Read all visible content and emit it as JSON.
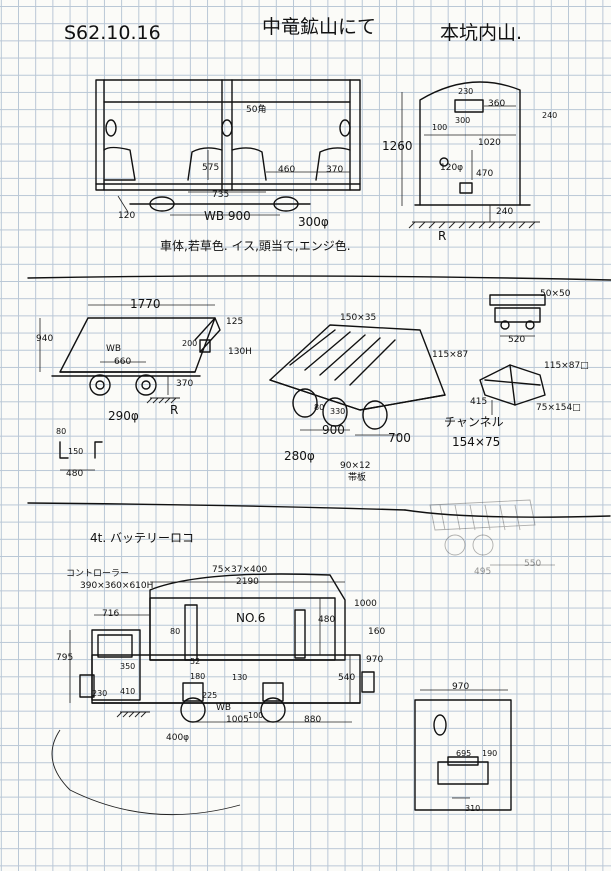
{
  "header": {
    "date": "S62.10.16",
    "place": "中竜鉱山にて",
    "note": "本坑内山."
  },
  "section1": {
    "dims": {
      "d50": "50角",
      "d575": "575",
      "d735": "735",
      "d460": "460",
      "d370": "370",
      "d120": "120",
      "wb": "WB 900",
      "d300phi": "300φ",
      "d230": "230",
      "d360": "360",
      "d300": "300",
      "d240a": "240",
      "d100": "100",
      "d1260": "1260",
      "d1020": "1020",
      "d120phi": "120φ",
      "d470": "470",
      "d240b": "240",
      "r": "R"
    },
    "colors_note": "車体,若草色. イス,頭当て,エンジ色."
  },
  "section2": {
    "dims": {
      "d1770": "1770",
      "d940": "940",
      "d125": "125",
      "d200": "200",
      "d130h": "130H",
      "wb": "WB",
      "d660": "660",
      "d370": "370",
      "r": "R",
      "d290phi": "290φ",
      "d80": "80",
      "d150": "150",
      "d480": "480",
      "d150x35": "150×35",
      "d115x87": "115×87",
      "d50x50": "50×50",
      "d520": "520",
      "d115x87sq": "115×87□",
      "d415": "415",
      "d75x154": "75×154□",
      "d900": "900",
      "d700": "700",
      "d280phi": "280φ",
      "channel": "チャンネル",
      "d154x75": "154×75",
      "d90x12": "90×12",
      "plate": "帯板",
      "d80b": "80",
      "d330": "330"
    }
  },
  "section3": {
    "title": "4t. バッテリーロコ",
    "dims": {
      "controller": "コントローラー",
      "ctrl_dims": "390×360×610H",
      "d75x37x400": "75×37×400",
      "d2190": "2190",
      "d716": "716",
      "no6": "NO.6",
      "d480": "480",
      "d1000": "1000",
      "d160": "160",
      "d795": "795",
      "d80": "80",
      "d350": "350",
      "d52": "52",
      "d970": "970",
      "d180": "180",
      "d130": "130",
      "d410": "410",
      "d540": "540",
      "d230": "230",
      "d225": "225",
      "d100": "100",
      "wb": "WB",
      "d1005": "1005",
      "d880": "880",
      "d400phi": "400φ",
      "d970b": "970",
      "d695": "695",
      "d190": "190",
      "d310": "310",
      "d495": "495",
      "d550": "550"
    }
  }
}
